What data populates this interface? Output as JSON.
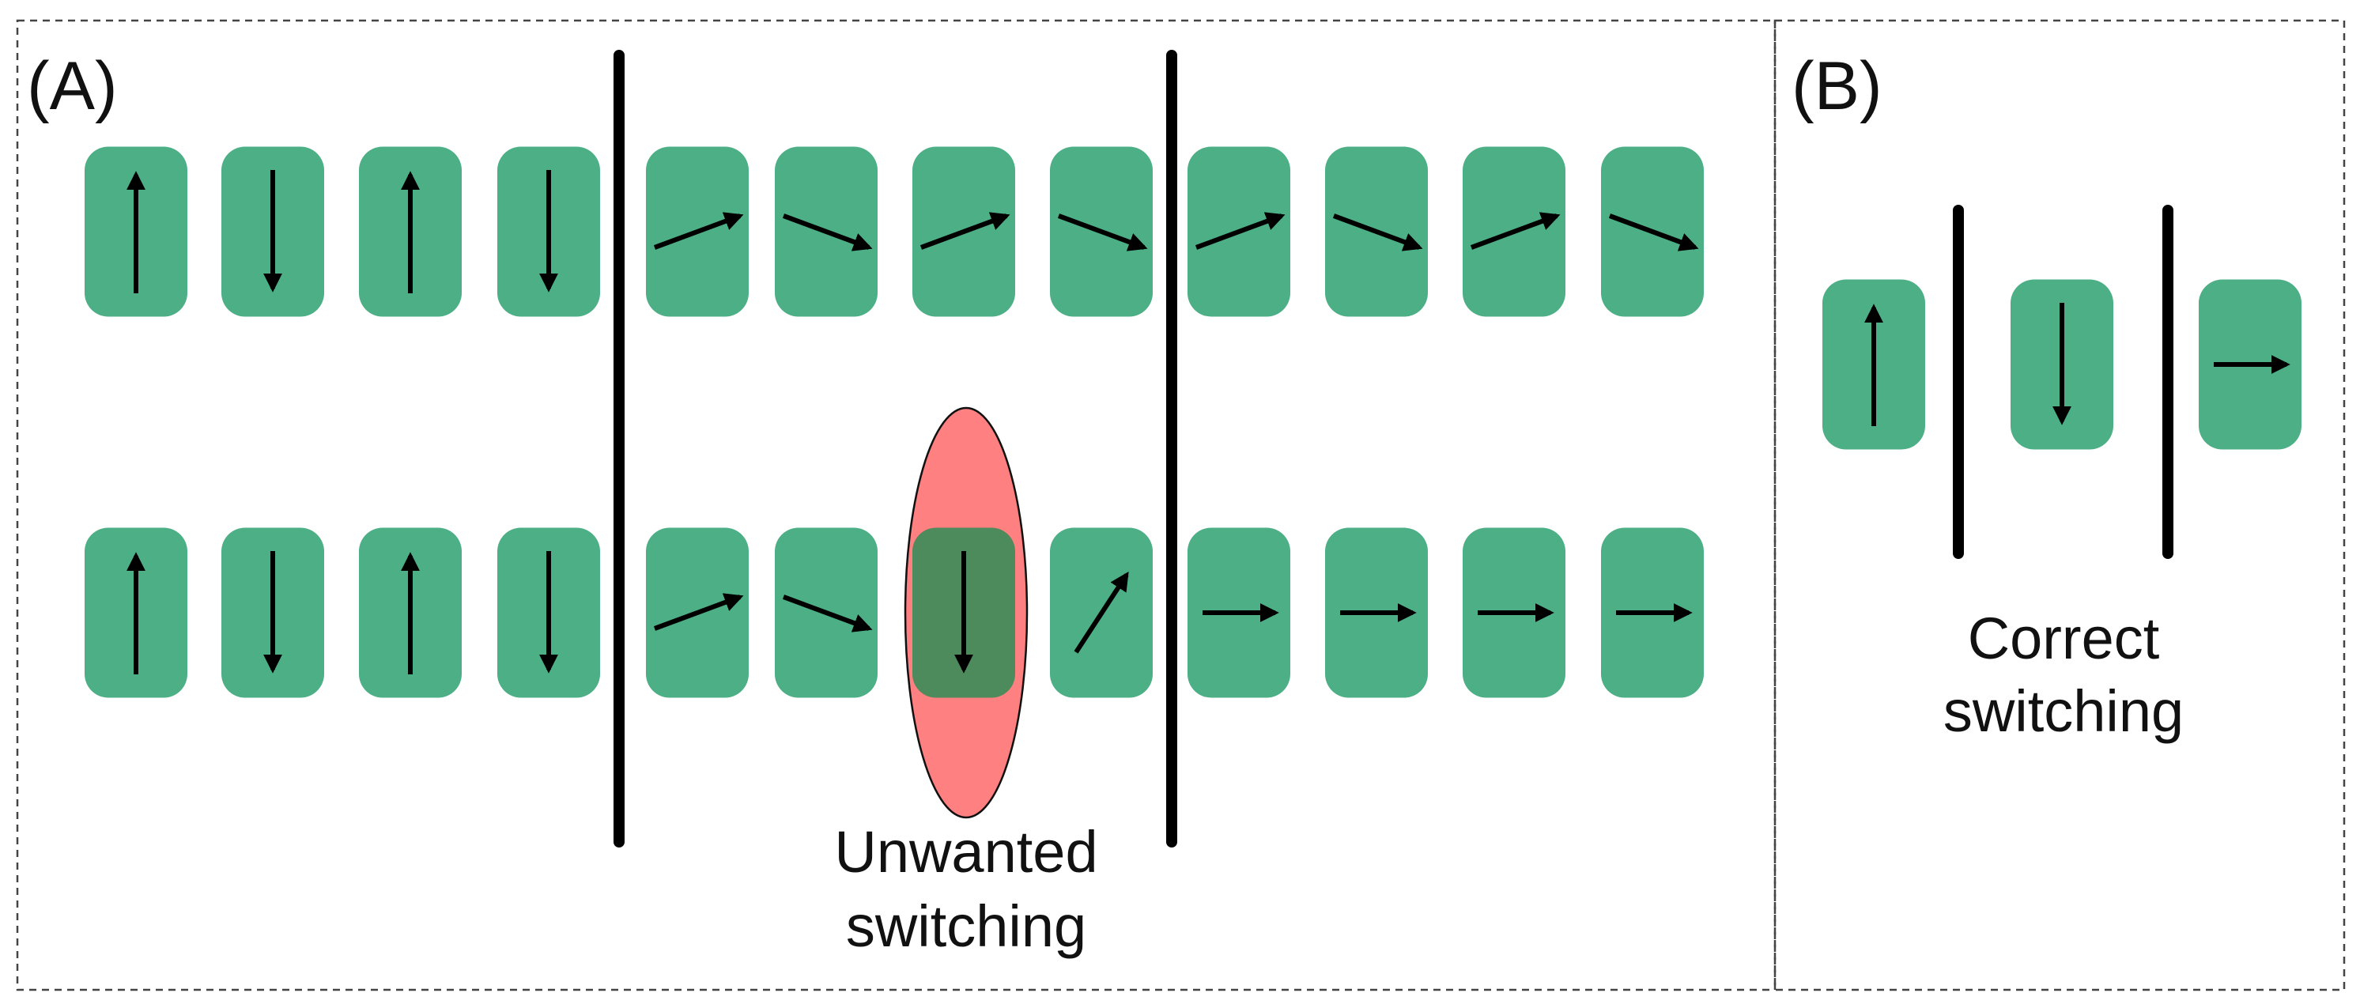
{
  "panel_a": {
    "label": "(A)",
    "top_row": [
      "up",
      "down",
      "up",
      "down",
      "ne",
      "se",
      "ne",
      "se",
      "ne",
      "se",
      "ne",
      "se"
    ],
    "bottom_row": [
      "up",
      "down",
      "up",
      "down",
      "ne",
      "se",
      "down",
      "steep-ne",
      "right",
      "right",
      "right",
      "right"
    ],
    "highlighted_cell_index": 6,
    "annotation": [
      "Unwanted",
      "switching"
    ]
  },
  "panel_b": {
    "label": "(B)",
    "cells": [
      "up",
      "down",
      "right"
    ],
    "caption": [
      "Correct",
      "switching"
    ]
  },
  "colors": {
    "cell": "#4caf86",
    "cell_dark": "#4d8a5c",
    "highlight": "#ff8080",
    "arrow": "#000000",
    "barrier": "#000000",
    "border": "#444444"
  }
}
